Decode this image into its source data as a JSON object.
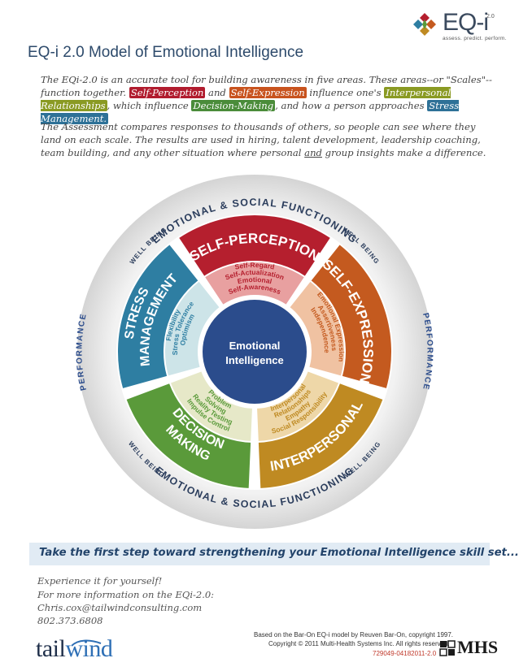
{
  "logo": {
    "name": "EQ-i",
    "version": "2.0",
    "tagline": "assess. predict. perform."
  },
  "title": "EQ-i 2.0 Model of Emotional Intelligence",
  "intro": {
    "p1_a": "The EQi-2.0 is an accurate tool for building awareness in five areas.  These areas--or \"Scales\"-- function together. ",
    "p1_sp": "Self-Perception",
    "p1_b": " and ",
    "p1_se": "Self-Expression",
    "p1_c": " influence one's ",
    "p1_ip": "Interpersonal Relationships",
    "p1_d": ", which influence ",
    "p1_dm": "Decision-Making",
    "p1_e": ", and how a person approaches ",
    "p1_sm": "Stress Management.",
    "p2_a": "The Assessment compares responses to thousands of others, so people can see where they land on each scale.  The results are used in hiring, talent development, leadership coaching, team building, and any other situation where personal ",
    "p2_and": "and",
    "p2_b": " group insights make a difference."
  },
  "wheel": {
    "outer_top": "EMOTIONAL & SOCIAL FUNCTIONING",
    "outer_bottom": "EMOTIONAL & SOCIAL FUNCTIONING",
    "performance_left": "PERFORMANCE",
    "performance_right": "PERFORMANCE",
    "well_being": "WELL BEING",
    "center_line1": "Emotional",
    "center_line2": "Intelligence",
    "composites": [
      {
        "name": "SELF-PERCEPTION",
        "color": "#b51f2e",
        "inner": "#e8a0a0",
        "subscales": [
          "Self-Regard",
          "Self-Actualization",
          "Emotional",
          "Self-Awareness"
        ]
      },
      {
        "name": "SELF-EXPRESSION",
        "color": "#c45a1f",
        "inner": "#f0c2a2",
        "subscales": [
          "Emotional Expression",
          "Assertiveness",
          "Independence"
        ]
      },
      {
        "name": "INTERPERSONAL",
        "color": "#bf8a22",
        "inner": "#eed7a8",
        "subscales": [
          "Interpersonal",
          "Relationships",
          "Empathy",
          "Social Responsibility"
        ]
      },
      {
        "name": "DECISION",
        "name2": "MAKING",
        "color": "#5a9a3a",
        "inner": "#e6e8c8",
        "subscales": [
          "Problem",
          "Solving",
          "Reality Testing",
          "Impulse Control"
        ]
      },
      {
        "name": "STRESS",
        "name2": "MANAGEMENT",
        "color": "#2e7ea2",
        "inner": "#cde4e8",
        "subscales": [
          "Flexibility",
          "Stress Tolerance",
          "Optimism"
        ]
      }
    ]
  },
  "cta": "Take the first step toward strengthening your Emotional Intelligence skill set...",
  "contact": {
    "line1": "Experience it for yourself!",
    "line2": "For more information on the EQi-2.0:",
    "line3": "Chris.cox@tailwindconsulting.com",
    "line4": "802.373.6808"
  },
  "tailwind_logo": {
    "part1": "tail",
    "part2": "wind"
  },
  "credits": {
    "line1": "Based on the Bar-On EQ-i model by Reuven Bar-On, copyright 1997.",
    "line2": "Copyright © 2011 Multi-Health Systems Inc. All rights reserved.",
    "code": "729049-04182011-2.0"
  },
  "mhs": "MHS",
  "colors": {
    "title": "#2d4a6b",
    "cta_bg": "#e1ebf4",
    "center": "#2b4c8c"
  }
}
